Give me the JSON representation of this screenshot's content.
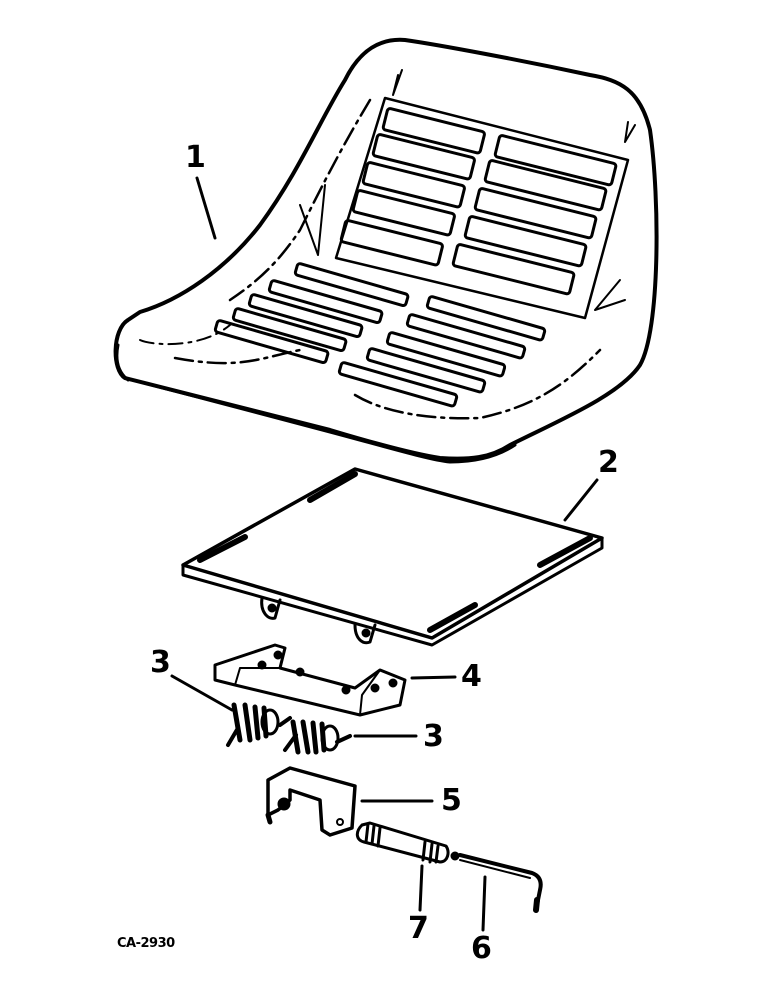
{
  "diagram": {
    "type": "exploded-parts-view",
    "subject": "seat assembly",
    "figure_id": "CA-2930",
    "colors": {
      "ink": "#000000",
      "background": "#ffffff"
    },
    "callouts": [
      {
        "number": "1",
        "part": "seat-cushion"
      },
      {
        "number": "2",
        "part": "seat-plate"
      },
      {
        "number": "3",
        "part": "torsion-spring-left"
      },
      {
        "number": "3",
        "part": "torsion-spring-right"
      },
      {
        "number": "4",
        "part": "seat-bracket"
      },
      {
        "number": "5",
        "part": "support-bracket"
      },
      {
        "number": "7",
        "part": "pivot-shaft"
      },
      {
        "number": "6",
        "part": "l-pin"
      }
    ]
  }
}
